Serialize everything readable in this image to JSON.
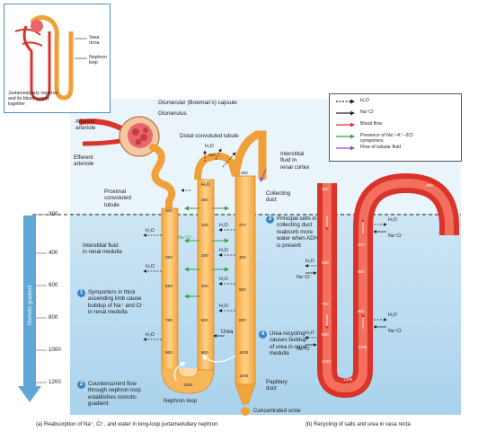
{
  "inset": {
    "vasa_recta": "Vasa\nrecta",
    "nephron_loop": "Nephron\nloop",
    "caption": "Juxtamedullary nephron\nand its blood supply\ntogether"
  },
  "labels": {
    "capsule": "Glomerular (Bowman's) capsule",
    "glomerulus": "Glomerulus",
    "afferent": "Afferent\narteriole",
    "efferent": "Efferent\narteriole",
    "dct": "Distal convoluted tubule",
    "pct": "Proximal\nconvoluted\ntubule",
    "collecting_duct": "Collecting\nduct",
    "if_cortex": "Interstitial\nfluid in\nrenal cortex",
    "if_medulla": "Interstitial fluid\nin renal medulla",
    "papillary_duct": "Papillary\nduct",
    "nephron_loop": "Nephron loop",
    "concentrated_urine": "Concentrated urine",
    "osmotic_gradient": "Osmotic gradient",
    "urea": "Urea"
  },
  "legend": [
    {
      "label": "H₂O",
      "color": "#222222",
      "style": "dashed"
    },
    {
      "label": "Na⁺Cl⁻",
      "color": "#222222",
      "style": "solid"
    },
    {
      "label": "Blood flow",
      "color": "#e0312a",
      "style": "solid"
    },
    {
      "label": "Presence of Na⁺–K⁺–2Cl⁻\nsymporters",
      "color": "#35a047",
      "style": "solid"
    },
    {
      "label": "Flow of tubular fluid",
      "color": "#8a4fc4",
      "style": "solid"
    }
  ],
  "scale": [
    "300",
    "400",
    "600",
    "800",
    "1000",
    "1200"
  ],
  "callouts": [
    {
      "num": "1",
      "text": "Symporters in thick\nascending limb cause\nbuildup of Na⁺ and Cl⁻\nin renal medulla"
    },
    {
      "num": "2",
      "text": "Countercurrent flow\nthrough nephron loop\nestablishes osmotic\ngradient"
    },
    {
      "num": "3",
      "text": "Principal cells in\ncollecting duct\nreabsorb more\nwater when ADH\nis present"
    },
    {
      "num": "4",
      "text": "Urea recycling\ncauses buildup\nof urea in renal\nmedulla"
    }
  ],
  "symbols": {
    "h2o": "H₂O",
    "nacl": "Na⁺Cl⁻",
    "nacl_green": "Na⁺Cl⁻"
  },
  "tube_values": {
    "descending": [
      "300",
      "350",
      "550",
      "780",
      "960"
    ],
    "ascending_inner": [
      "300",
      "100",
      "200",
      "400",
      "600",
      "800"
    ],
    "collecting": [
      "370",
      "400",
      "600",
      "800",
      "1000",
      "1200"
    ],
    "loop_bottom": "1200",
    "dct_top": "200",
    "cortex_300": "300",
    "vasa_left": [
      "300",
      "500",
      "700",
      "900",
      "1100"
    ],
    "vasa_right": [
      "300",
      "400",
      "600",
      "800",
      "1000",
      "1200"
    ]
  },
  "captions": {
    "a": "(a) Reabsorption of Na⁺, Cl⁻, and water in long-loop juxtamedullary nephron",
    "b": "(b) Recycling of salts and urea in vasa recta"
  }
}
